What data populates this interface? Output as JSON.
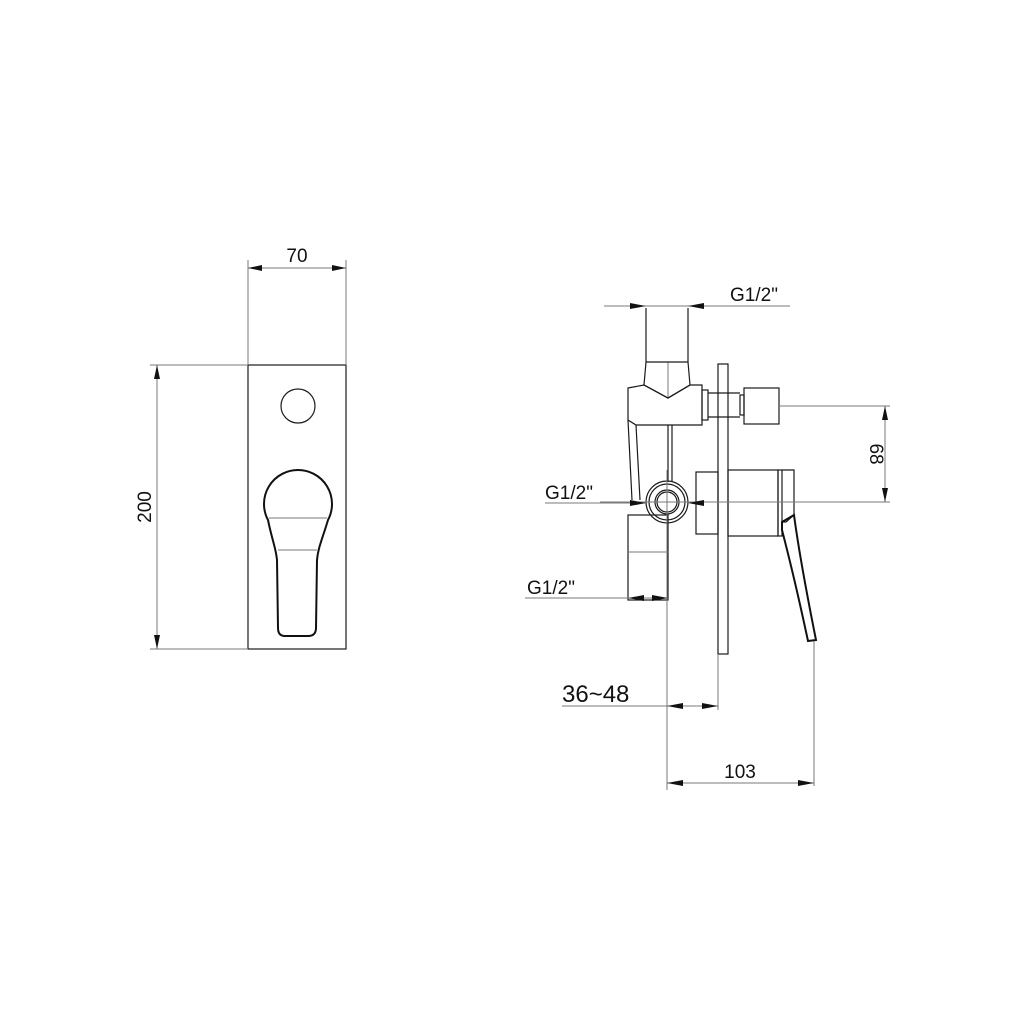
{
  "front_view": {
    "width_dim": "70",
    "height_dim": "200"
  },
  "side_view": {
    "top_inlet": "G1/2\"",
    "middle_outlet": "G1/2\"",
    "bottom_outlet": "G1/2\"",
    "offset_dim": "68",
    "wall_depth_dim": "36~48",
    "total_depth_dim": "103"
  },
  "colors": {
    "line": "#1a1a1a",
    "dimension_line": "#7a7a7a",
    "background": "#ffffff"
  }
}
